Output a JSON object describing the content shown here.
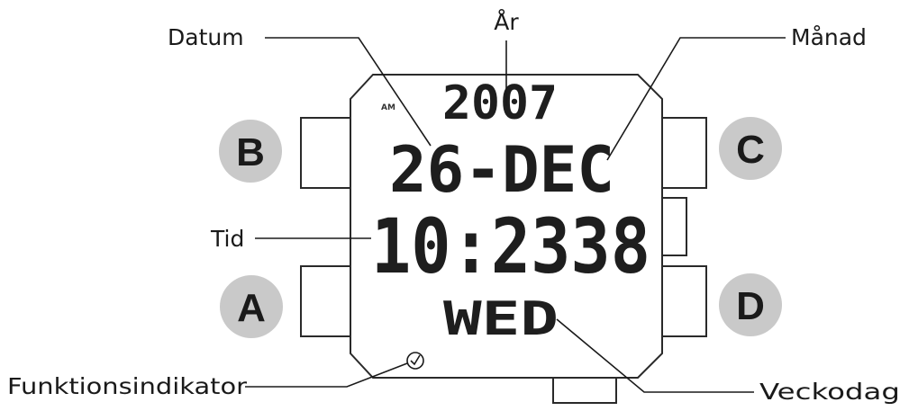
{
  "labels": {
    "date": "Datum",
    "year": "År",
    "month": "Månad",
    "time": "Tid",
    "function_indicator": "Funktionsindikator",
    "weekday": "Veckodag"
  },
  "display": {
    "ampm": "AM",
    "year": "2007",
    "date": "26-DEC",
    "time": "10:2338",
    "weekday": "WED"
  },
  "buttons": {
    "b": "B",
    "c": "C",
    "a": "A",
    "d": "D"
  }
}
